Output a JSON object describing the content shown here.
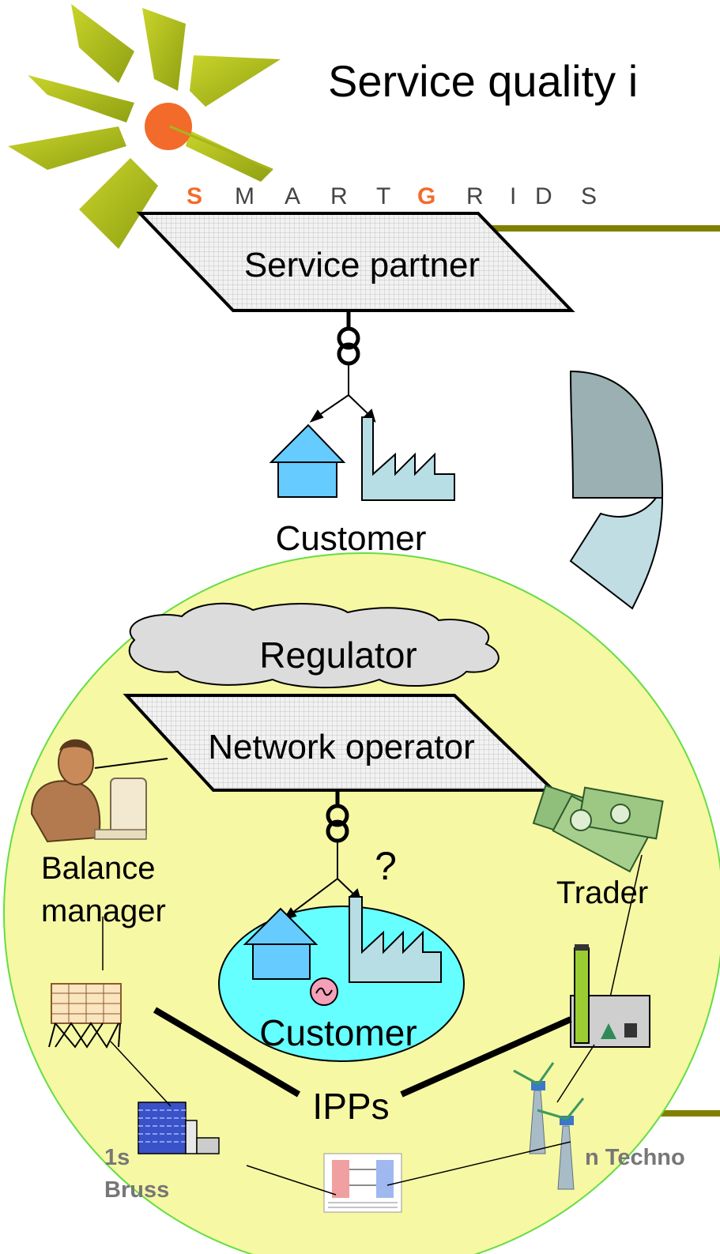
{
  "header": {
    "title": "Service quality i",
    "logo_text": [
      "S",
      "M",
      "A",
      "R",
      "T",
      "G",
      "R",
      "I",
      "D",
      "S"
    ]
  },
  "top": {
    "service_partner": "Service partner",
    "customer": "Customer"
  },
  "circle": {
    "regulator": "Regulator",
    "network_operator": "Network operator",
    "question_mark": "?",
    "balance_manager_line1": "Balance",
    "balance_manager_line2": "manager",
    "trader": "Trader",
    "customer": "Customer",
    "ipps": "IPPs"
  },
  "footer": {
    "left_line1": "1s",
    "left_line2": "Bruss",
    "right": "n Techno"
  },
  "colors": {
    "olive_bar": "#808000",
    "circle_fill": "#f6f8a4",
    "circle_stroke": "#66dd44",
    "customer_ellipse": "#66ffff",
    "house": "#66ccff",
    "factory": "#b7dee4",
    "logo_orange": "#f26b2a",
    "arrow_dark": "#9ab0b2",
    "arrow_light": "#bfdde2"
  }
}
